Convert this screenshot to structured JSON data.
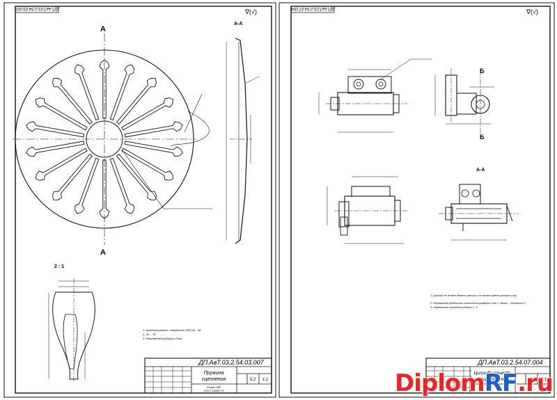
{
  "sheet_left": {
    "code_stamp": "ДП.АвТ.03.2.54.03.007",
    "title_line1": "Пружина",
    "title_line2": "сцепления",
    "material_line1": "Сталь 65Г",
    "material_line2": "ГОСТ 14959-79",
    "mass": "0,2",
    "scale": "1:1",
    "section_label": "А-А",
    "detail_label": "2 : 1",
    "cut_label_top": "А",
    "cut_label_bottom": "А",
    "notes": [
      "1. Цементировать, твердость HRC 42...48",
      "2. 45 ... 50",
      "3. Неуказанные радиусы 2 мм"
    ]
  },
  "sheet_right": {
    "code_stamp": "ДП.АвТ.03.2.54.07.004",
    "title_line1": "Цилиндр привода",
    "title_line2": "сцепления",
    "mass": "0,34",
    "scale": "1:1",
    "section_label": "А-А",
    "cut_label_top": "Б",
    "cut_label_bottom": "Б",
    "notes": [
      "1. Цилиндр не должен давать трещин и не должно иметь раковин и пор",
      "2. Неуказанные предельные отклонения размеров: отв. +, валов -, остальных ±",
      "3. Неуказанные литейные радиусы 2...3"
    ]
  },
  "watermark": {
    "part1": "Diplom",
    "part2": "RF",
    "part3": ".ru"
  }
}
